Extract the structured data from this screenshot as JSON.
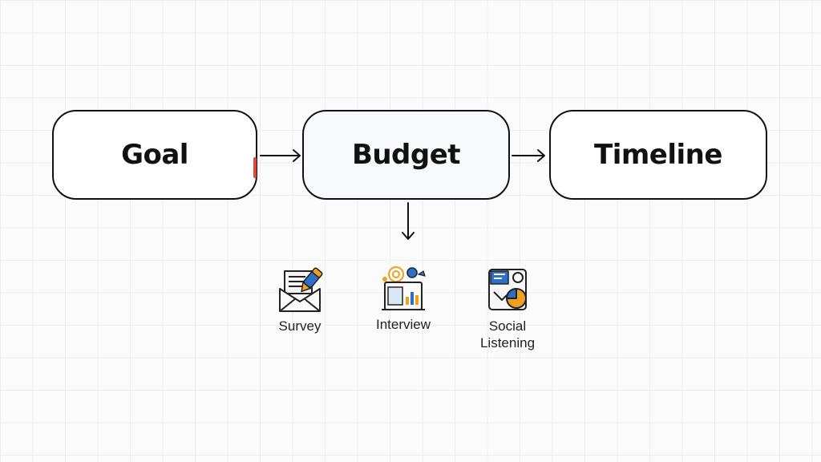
{
  "nodes": {
    "goal": "Goal",
    "budget": "Budget",
    "timeline": "Timeline"
  },
  "methods": [
    {
      "label": "Survey",
      "icon": "envelope-pen-icon"
    },
    {
      "label": "Interview",
      "icon": "presentation-chart-icon"
    },
    {
      "label": "Social\nListening",
      "icon": "social-listening-icon"
    }
  ],
  "colors": {
    "stroke": "#111111",
    "accent_blue": "#2f6fc9",
    "accent_orange": "#f0a020",
    "accent_red": "#d94a3a",
    "grid": "#eeeeee"
  }
}
